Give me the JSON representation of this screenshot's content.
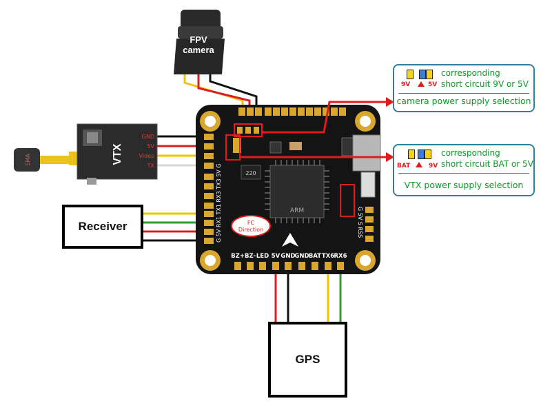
{
  "camera": {
    "label_line1": "FPV",
    "label_line2": "camera"
  },
  "vtx": {
    "label": "VTX",
    "pins": [
      "GND",
      "5V",
      "Video",
      "TX"
    ]
  },
  "receiver": {
    "label": "Receiver"
  },
  "gps": {
    "label": "GPS"
  },
  "board": {
    "fc_direction_line1": "FC",
    "fc_direction_line2": "Direction",
    "bottom_pins": [
      "BZ+",
      "BZ-",
      "LED",
      "5V",
      "GND",
      "GND",
      "BAT",
      "TX6",
      "RX6"
    ],
    "left_pins": "G 5V RX1 TX1 RX3 TX3 5V G",
    "right_pins": "G 5V S RSS",
    "chip_text": "ARM",
    "resistor_label": "220"
  },
  "notes": {
    "camera_power": {
      "line1": "corresponding",
      "line2": "short circuit 9V or 5V",
      "left_tag": "9V",
      "right_tag": "5V",
      "bottom": "camera power supply selection"
    },
    "vtx_power": {
      "line1": "corresponding",
      "line2": "short circuit BAT or 5V",
      "left_tag": "BAT",
      "right_tag": "9V",
      "bottom": "VTX power supply selection"
    }
  },
  "colors": {
    "wire_red": "#d81e1e",
    "wire_black": "#111111",
    "wire_yellow": "#f2c400",
    "wire_green": "#2ca02c",
    "wire_white": "#d8d8d8",
    "arrow_red": "#e01b1b",
    "note_text": "#0a9a24",
    "note_border": "#2e7fa0",
    "board": "#141414",
    "gold": "#d9a62e"
  }
}
